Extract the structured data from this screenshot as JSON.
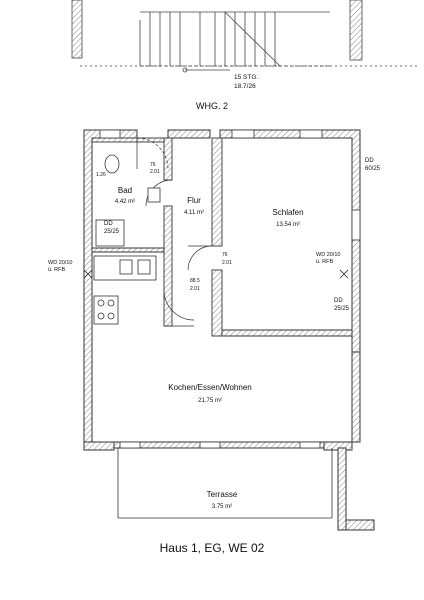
{
  "stair": {
    "steps": "15 STG.",
    "ratio": "18.7/26"
  },
  "unit_above": "WHG. 2",
  "rooms": {
    "bad": {
      "name": "Bad",
      "area": "4.42 m²"
    },
    "flur": {
      "name": "Flur",
      "area": "4.11 m²"
    },
    "schlafen": {
      "name": "Schlafen",
      "area": "13.54 m²"
    },
    "kochen": {
      "name": "Kochen/Essen/Wohnen",
      "area": "21.75 m²"
    },
    "terrasse": {
      "name": "Terrasse",
      "area": "3.75 m²"
    }
  },
  "annotations": {
    "dd_top_right": [
      "DD",
      "60/25"
    ],
    "dd_bad": [
      "DD",
      "25/25"
    ],
    "dd_schlafen": [
      "DD",
      "25/25"
    ],
    "wd_left": [
      "WD 20/10",
      "ü. RFB"
    ],
    "wd_right": [
      "WD 20/10",
      "ü. RFB"
    ],
    "door_bad": [
      "76",
      "2.01"
    ],
    "door_flur": [
      "76",
      "2.01"
    ],
    "door_kitchen": [
      "88.5",
      "2.01"
    ],
    "bad_window": "1.26"
  },
  "caption": "Haus 1, EG, WE 02"
}
